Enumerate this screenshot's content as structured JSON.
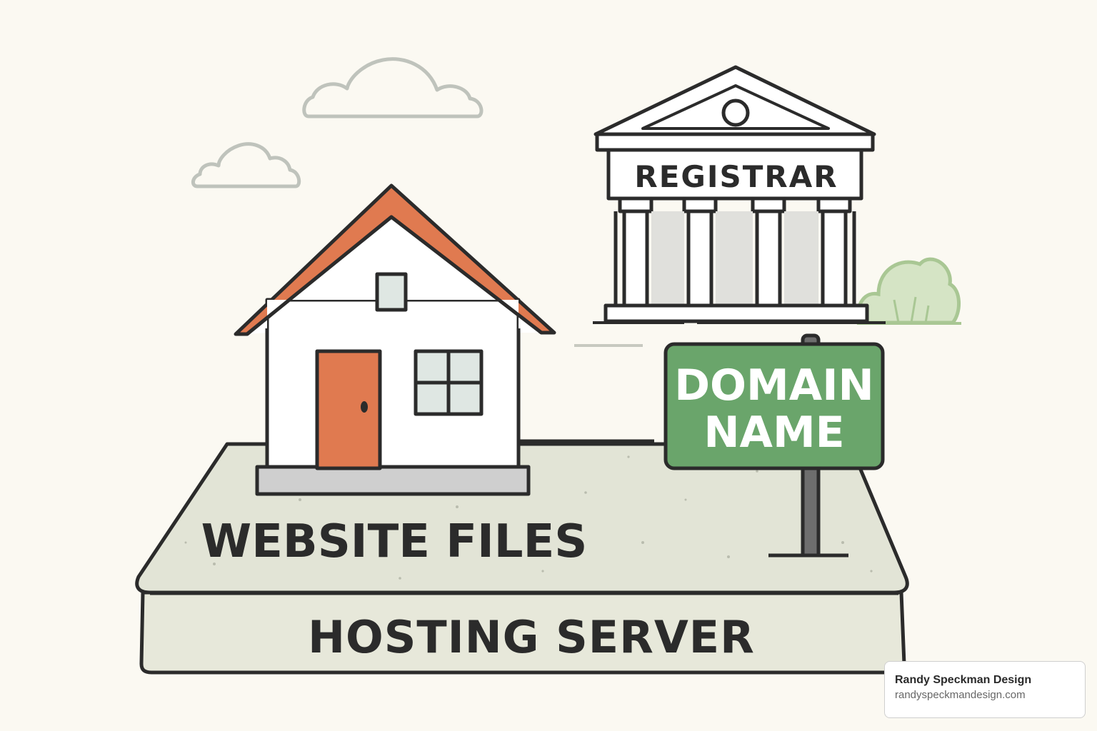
{
  "labels": {
    "registrar": "REGISTRAR",
    "domain_line1": "DOMAIN",
    "domain_line2": "NAME",
    "website_files": "WEBSITE FILES",
    "hosting_server": "HOSTING SERVER"
  },
  "credit": {
    "name": "Randy Speckman Design",
    "url": "randyspeckmandesign.com"
  },
  "icons": [
    "cloud-icon",
    "registrar-building-icon",
    "house-icon",
    "bush-icon",
    "signpost-icon",
    "server-platform-icon"
  ],
  "colors": {
    "roof": "#e07a50",
    "door": "#e07a50",
    "sign": "#6aa56b",
    "platform": "#e2e4d6",
    "outline": "#2b2b2b",
    "bush": "#c9dcb8"
  }
}
